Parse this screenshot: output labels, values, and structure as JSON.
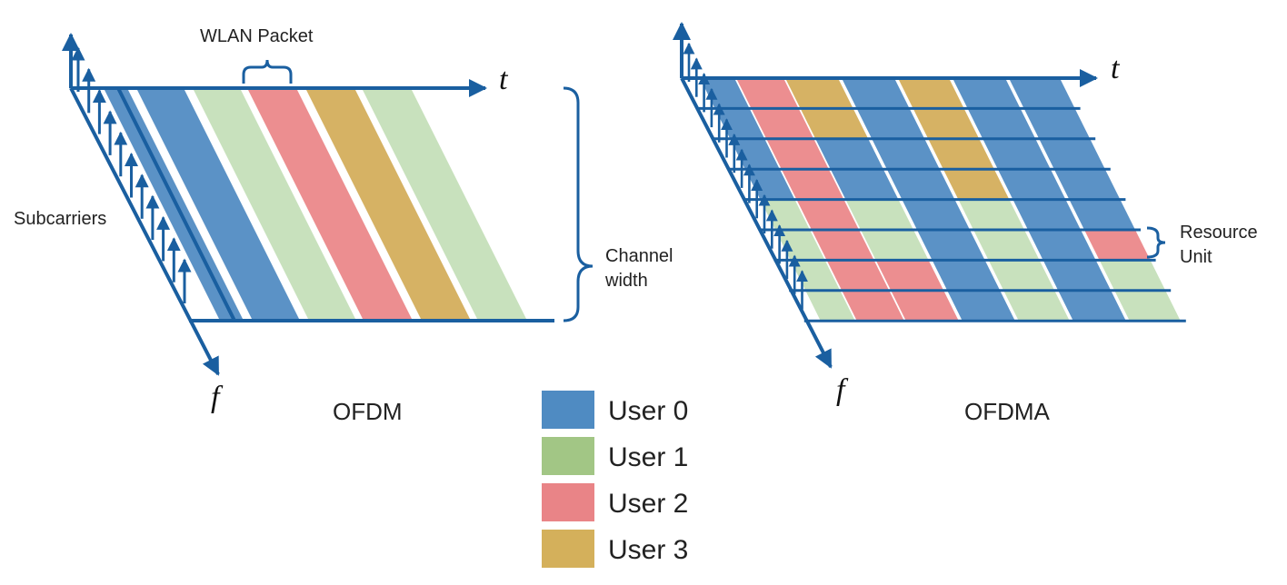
{
  "colors": {
    "axis": "#1a5fa0",
    "user0": "#5b92c6",
    "user1": "#c8e1bd",
    "user2": "#ec8e90",
    "user3": "#d6b264"
  },
  "ofdm": {
    "caption": "OFDM",
    "time_axis": "t",
    "freq_axis": "f",
    "subcarriers_label": "Subcarriers",
    "packet_label": "WLAN Packet",
    "bandwidth_label_1": "Channel",
    "bandwidth_label_2": "width",
    "packet_users": [
      0,
      0,
      1,
      2,
      3,
      1
    ]
  },
  "ofdma": {
    "caption": "OFDMA",
    "time_axis": "t",
    "freq_axis": "f",
    "ru_label_1": "Resource",
    "ru_label_2": "Unit",
    "num_subbands": 8,
    "num_slots": 7,
    "grid": [
      [
        0,
        2,
        3,
        0,
        3,
        0,
        0
      ],
      [
        0,
        2,
        3,
        0,
        3,
        0,
        0
      ],
      [
        0,
        2,
        0,
        0,
        3,
        0,
        0
      ],
      [
        0,
        2,
        0,
        0,
        3,
        0,
        0
      ],
      [
        1,
        2,
        1,
        0,
        1,
        0,
        0
      ],
      [
        1,
        2,
        1,
        0,
        1,
        0,
        2
      ],
      [
        1,
        2,
        2,
        0,
        1,
        0,
        1
      ],
      [
        1,
        2,
        2,
        0,
        1,
        0,
        1
      ]
    ]
  },
  "legend": [
    {
      "label": "User 0",
      "color": "#4f8bc2"
    },
    {
      "label": "User 1",
      "color": "#a2c685"
    },
    {
      "label": "User 2",
      "color": "#e98487"
    },
    {
      "label": "User 3",
      "color": "#d4b05b"
    }
  ]
}
